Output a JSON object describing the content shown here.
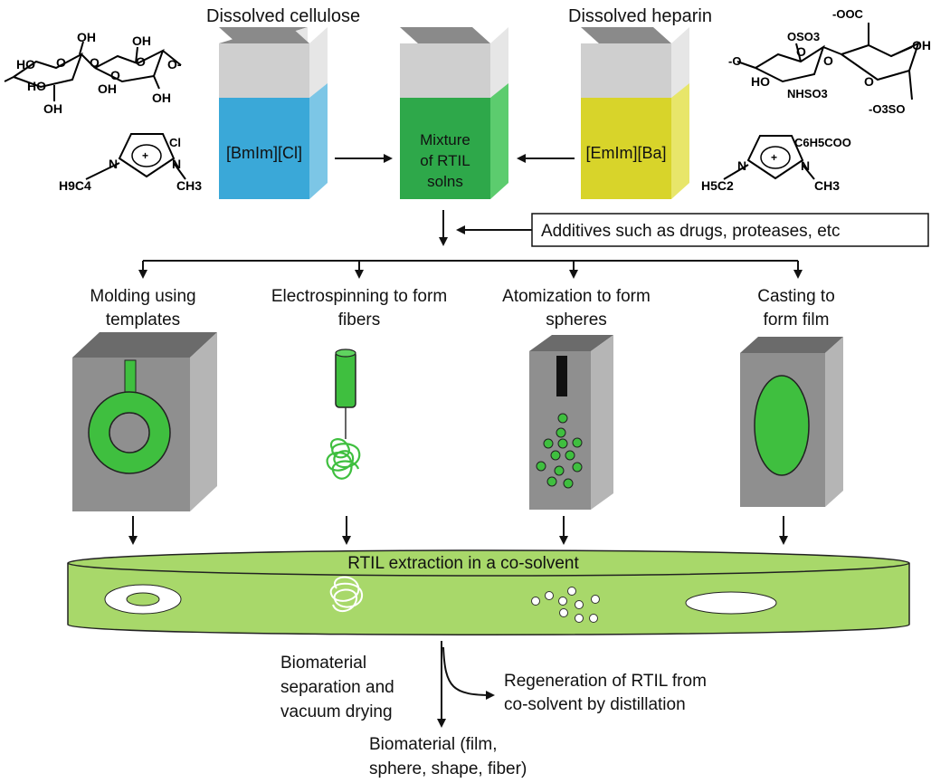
{
  "sources": {
    "cellulose_title": "Dissolved cellulose",
    "heparin_title": "Dissolved heparin"
  },
  "beakers": {
    "left_label": "[BmIm][Cl]",
    "middle_label": [
      "Mixture",
      "of RTIL",
      "solns"
    ],
    "right_label": "[EmIm][Ba]"
  },
  "additives": "Additives such as drugs, proteases, etc",
  "methods": [
    {
      "line1": "Molding using",
      "line2": "templates"
    },
    {
      "line1": "Electrospinning to form",
      "line2": "fibers"
    },
    {
      "line1": "Atomization to form",
      "line2": "spheres"
    },
    {
      "line1": "Casting to",
      "line2": "form film"
    }
  ],
  "extraction": "RTIL extraction in a co-solvent",
  "separation": [
    "Biomaterial",
    "separation and",
    "vacuum drying"
  ],
  "regeneration": [
    "Regeneration of RTIL from",
    "co-solvent by distillation"
  ],
  "final": [
    "Biomaterial (film,",
    "sphere, shape, fiber)"
  ],
  "chem": {
    "cellulose": [
      "HO",
      "OH",
      "O",
      "HO",
      "O",
      "OH",
      "O",
      "OH",
      "O",
      "OH",
      "OH",
      "O-"
    ],
    "bmim": [
      "Cl",
      "N",
      "N",
      "H9C4",
      "CH3",
      "+"
    ],
    "heparin": [
      "-OOC",
      "OSO3",
      "OH",
      "O",
      "O",
      "HO",
      "NHSO3",
      "O",
      "-O3SO",
      "-O"
    ],
    "emim": [
      "C6H5COO",
      "N",
      "N",
      "H5C2",
      "CH3",
      "+"
    ]
  },
  "colors": {
    "blue": "#3aa8d8",
    "green": "#2ea84a",
    "yellow": "#d8d42a",
    "gray_top": "#8a8a8a",
    "gray_front": "#cfcfcf",
    "gray_side": "#e6e6e6",
    "mold_front": "#8f8f8f",
    "mold_side": "#b5b5b5",
    "mold_top": "#6b6b6b",
    "bright_green": "#3fbf3f",
    "dish": "#a8d86a"
  }
}
